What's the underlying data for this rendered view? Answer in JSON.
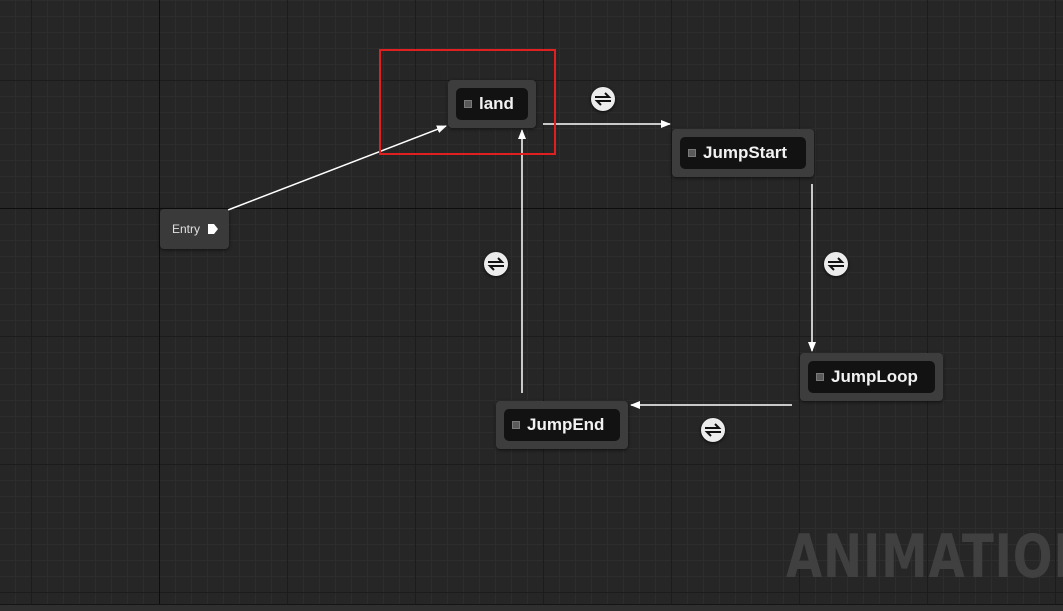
{
  "graph": {
    "entry": {
      "label": "Entry"
    },
    "states": [
      {
        "label": "land"
      },
      {
        "label": "JumpStart"
      },
      {
        "label": "JumpLoop"
      },
      {
        "label": "JumpEnd"
      }
    ],
    "transition_icon": "bidirectional-arrows-icon",
    "state_icon": "state-square-icon",
    "watermark": "ANIMATION"
  },
  "colors": {
    "background": "#262626",
    "node": "#3d3d3d",
    "node_inner": "#121212",
    "wire": "#ffffff",
    "highlight": "#e02020"
  }
}
